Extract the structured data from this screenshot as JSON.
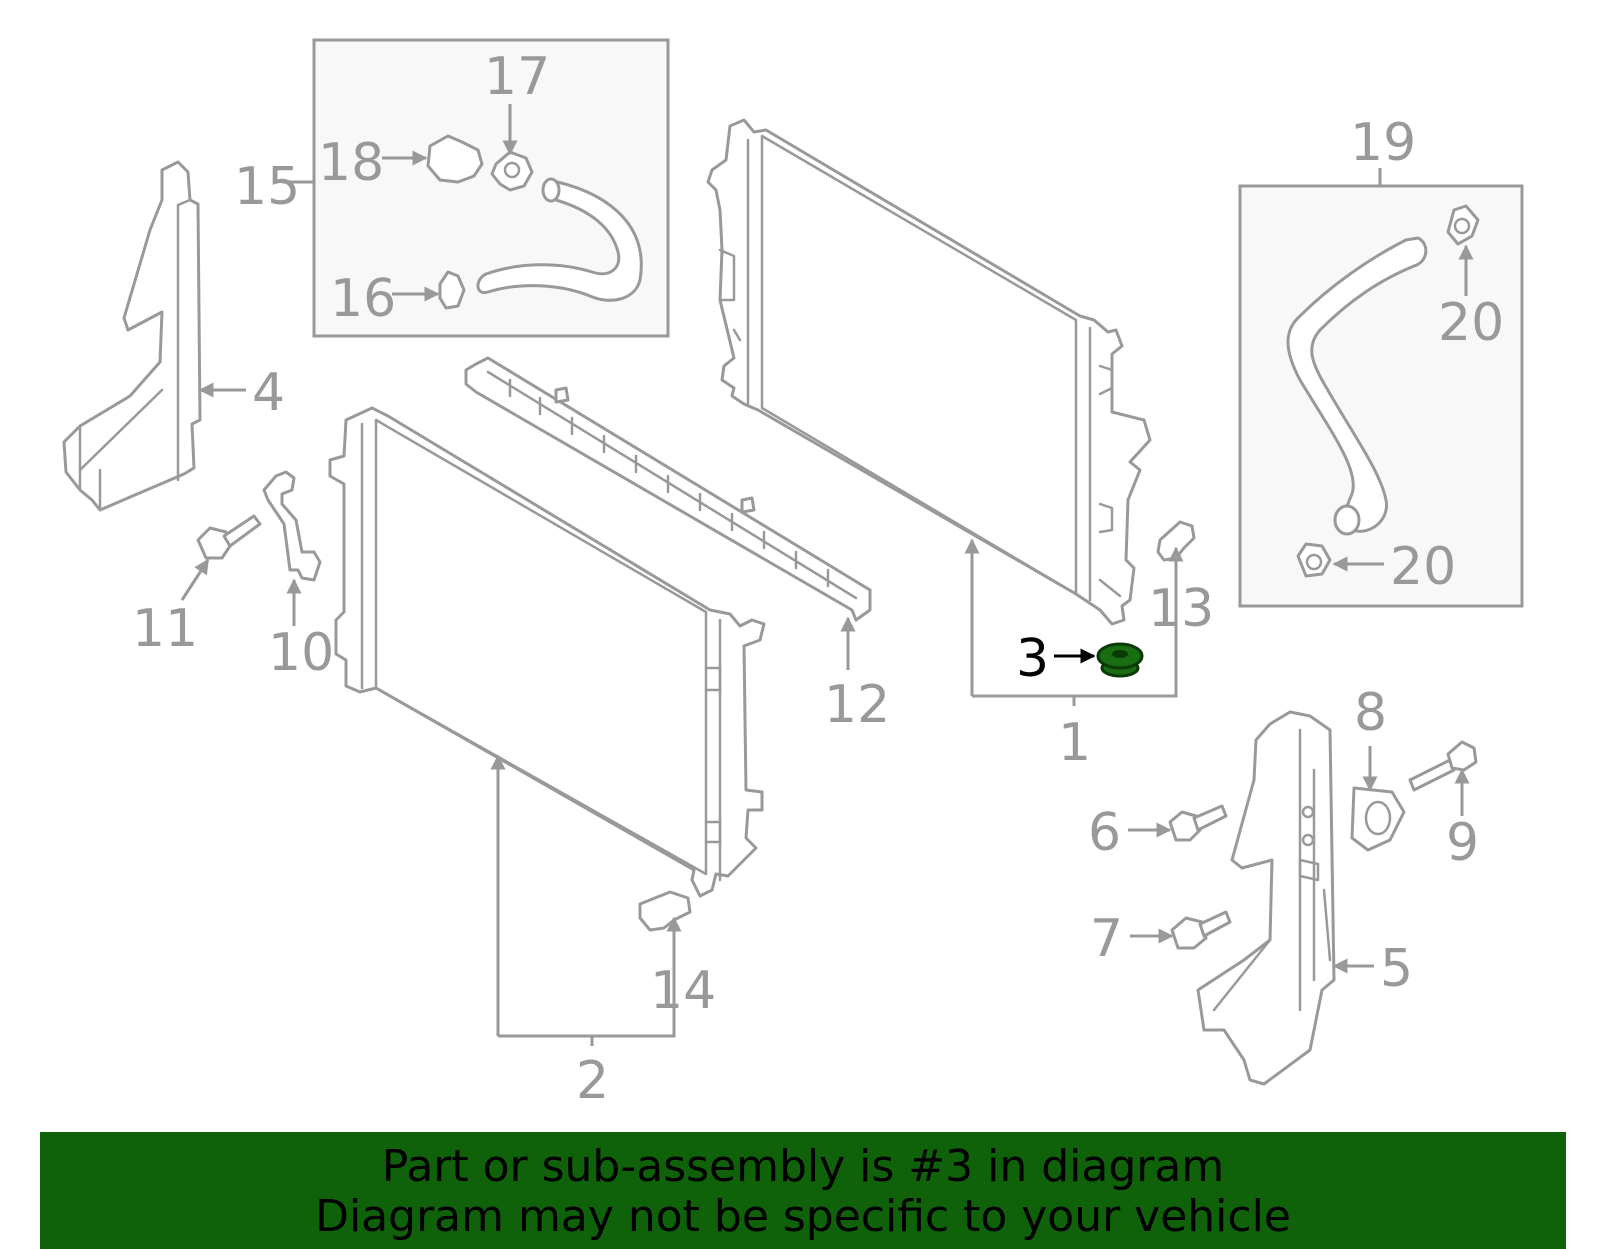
{
  "highlight_color": "#1a6e12",
  "banner_color": "#0f620a",
  "line_color": "#999999",
  "callouts": [
    {
      "id": "1",
      "label": "1"
    },
    {
      "id": "2",
      "label": "2"
    },
    {
      "id": "3",
      "label": "3",
      "highlighted": true
    },
    {
      "id": "4",
      "label": "4"
    },
    {
      "id": "5",
      "label": "5"
    },
    {
      "id": "6",
      "label": "6"
    },
    {
      "id": "7",
      "label": "7"
    },
    {
      "id": "8",
      "label": "8"
    },
    {
      "id": "9",
      "label": "9"
    },
    {
      "id": "10",
      "label": "10"
    },
    {
      "id": "11",
      "label": "11"
    },
    {
      "id": "12",
      "label": "12"
    },
    {
      "id": "13",
      "label": "13"
    },
    {
      "id": "14",
      "label": "14"
    },
    {
      "id": "15",
      "label": "15"
    },
    {
      "id": "16",
      "label": "16"
    },
    {
      "id": "17",
      "label": "17"
    },
    {
      "id": "18",
      "label": "18"
    },
    {
      "id": "19",
      "label": "19"
    },
    {
      "id": "20a",
      "label": "20"
    },
    {
      "id": "20b",
      "label": "20"
    }
  ],
  "banner": {
    "line1": "Part or sub-assembly is #3 in diagram",
    "line2": "Diagram may not be specific to your vehicle"
  }
}
